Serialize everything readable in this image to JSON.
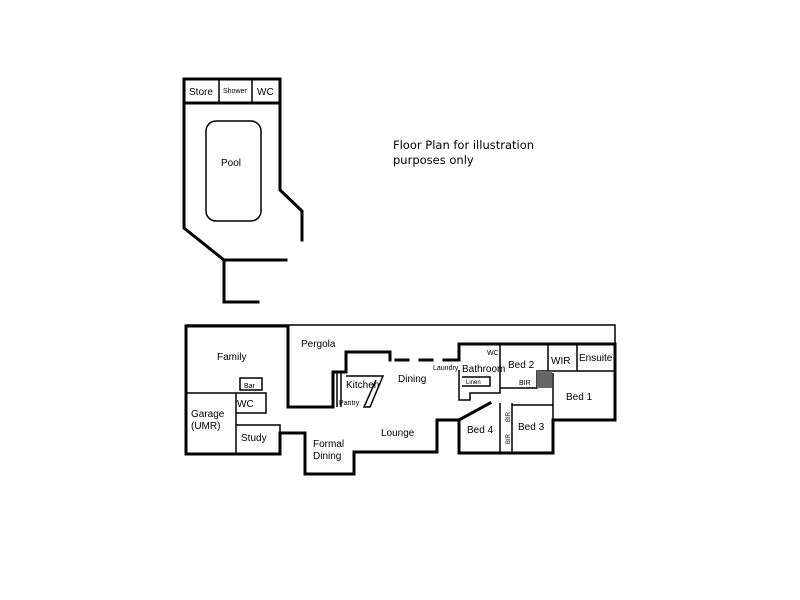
{
  "note": {
    "line1": "Floor Plan for illustration",
    "line2": "purposes only"
  },
  "pool_area": {
    "store": "Store",
    "shower": "Shower",
    "wc": "WC",
    "pool": "Pool"
  },
  "house": {
    "pergola": "Pergola",
    "family": "Family",
    "bar": "Bar",
    "wc": "WC",
    "garage_line1": "Garage",
    "garage_line2": "(UMR)",
    "study": "Study",
    "kitchen": "Kitchen",
    "pantry": "Pantry",
    "dining": "Dining",
    "formal_dining_line1": "Formal",
    "formal_dining_line2": "Dining",
    "lounge": "Lounge",
    "laundry": "Laundry",
    "bath_wc": "WC",
    "bathroom": "Bathroom",
    "linen": "Linen",
    "bed2": "Bed 2",
    "wir": "WIR",
    "ensuite": "Ensuite",
    "bir_bed2": "BIR",
    "bed1": "Bed 1",
    "bed4": "Bed 4",
    "bir_bed4": "BIR",
    "bir_bed3": "BIR",
    "bed3": "Bed 3"
  }
}
